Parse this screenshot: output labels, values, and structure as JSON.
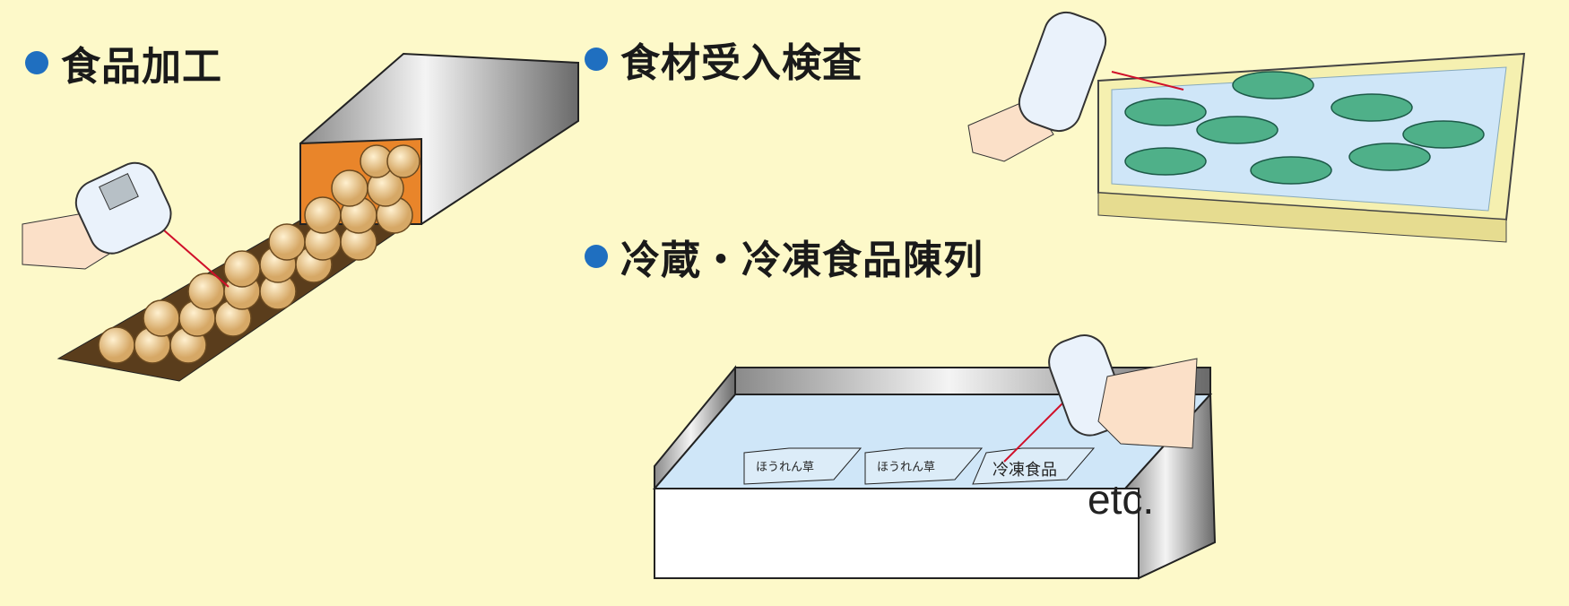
{
  "sections": [
    {
      "label": "食品加工"
    },
    {
      "label": "食材受入検査"
    },
    {
      "label": "冷蔵・冷凍食品陳列"
    }
  ],
  "packages": {
    "spinach": "ほうれん草",
    "frozen": "冷凍食品"
  },
  "etc": "etc.",
  "colors": {
    "background": "#fdf9c9",
    "bullet": "#1f6fc0",
    "laser": "#d0102a"
  }
}
